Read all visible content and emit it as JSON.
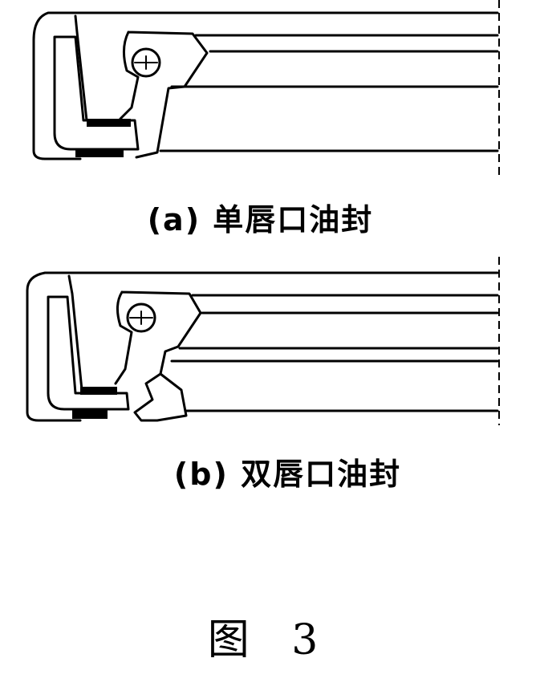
{
  "figure_label": "图 3",
  "diagrams": [
    {
      "caption": "(a) 单唇口油封"
    },
    {
      "caption": "(b) 双唇口油封"
    }
  ]
}
